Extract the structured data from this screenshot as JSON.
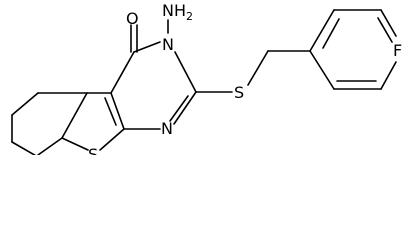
{
  "diagram": {
    "type": "chemical-structure",
    "atoms": [
      {
        "id": "o_carbonyl",
        "label": "O"
      },
      {
        "id": "n_amino",
        "label": "NH2"
      },
      {
        "id": "n3",
        "label": "N"
      },
      {
        "id": "n1",
        "label": "N"
      },
      {
        "id": "s_thiophene",
        "label": "S"
      },
      {
        "id": "s_thioether",
        "label": "S"
      },
      {
        "id": "f",
        "label": "F"
      }
    ]
  }
}
